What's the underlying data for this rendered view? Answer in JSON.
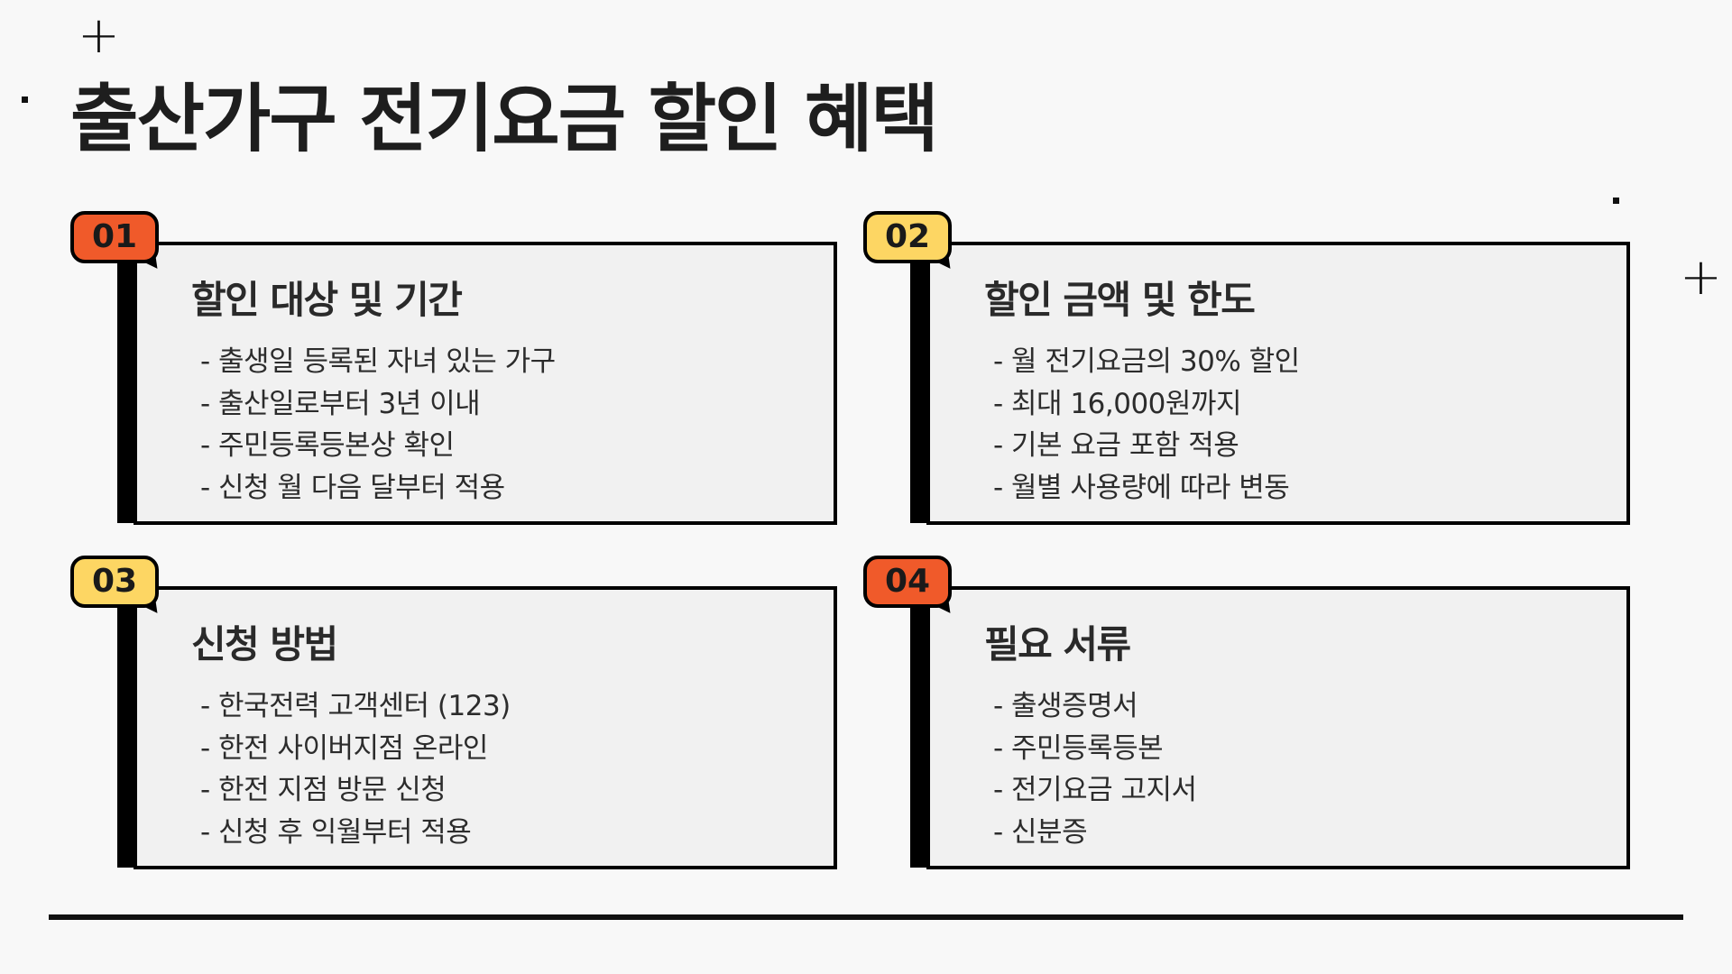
{
  "page": {
    "title": "출산가구 전기요금 할인 혜택"
  },
  "decorations": {
    "plus_glyph": "+",
    "line_color": "#111111"
  },
  "colors": {
    "background": "#f8f8f8",
    "card_fill": "#f1f1f1",
    "badge_orange": "#f05a2a",
    "badge_yellow": "#fdd663",
    "outline": "#000000"
  },
  "cards": [
    {
      "number": "01",
      "badge_color": "#f05a2a",
      "title": "할인 대상 및 기간",
      "items": [
        "- 출생일 등록된 자녀 있는 가구",
        "- 출산일로부터 3년 이내",
        "- 주민등록등본상 확인",
        "- 신청 월 다음 달부터 적용"
      ]
    },
    {
      "number": "02",
      "badge_color": "#fdd663",
      "title": "할인 금액 및 한도",
      "items": [
        "- 월 전기요금의 30% 할인",
        "- 최대 16,000원까지",
        "- 기본 요금 포함 적용",
        "- 월별 사용량에 따라 변동"
      ]
    },
    {
      "number": "03",
      "badge_color": "#fdd663",
      "title": "신청 방법",
      "items": [
        "- 한국전력 고객센터 (123)",
        "- 한전 사이버지점 온라인",
        "- 한전 지점 방문 신청",
        "- 신청 후 익월부터 적용"
      ]
    },
    {
      "number": "04",
      "badge_color": "#f05a2a",
      "title": "필요 서류",
      "items": [
        "- 출생증명서",
        "- 주민등록등본",
        "- 전기요금 고지서",
        "- 신분증"
      ]
    }
  ]
}
